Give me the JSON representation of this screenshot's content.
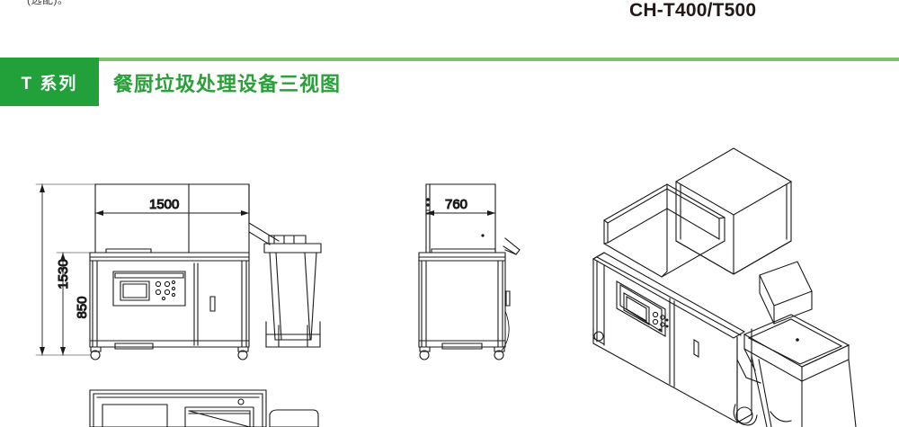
{
  "top_caption": "(选配)。",
  "model_code": "CH-T400/T500",
  "section": {
    "badge": "T 系列",
    "title": "餐厨垃圾处理设备三视图",
    "badge_bg": "#22a03a",
    "rule_color": "#7ac16a",
    "title_color": "#2aa038"
  },
  "drawing": {
    "front_view": {
      "name": "front-elevation",
      "dimensions": {
        "width": "1500",
        "total_height": "1530",
        "counter_height": "850"
      }
    },
    "side_view": {
      "name": "side-elevation",
      "dimensions": {
        "depth": "760"
      }
    },
    "iso_view": {
      "name": "isometric-view"
    },
    "top_view": {
      "name": "top-plan-view-clipped"
    },
    "line_color": "#1a1a1a"
  }
}
